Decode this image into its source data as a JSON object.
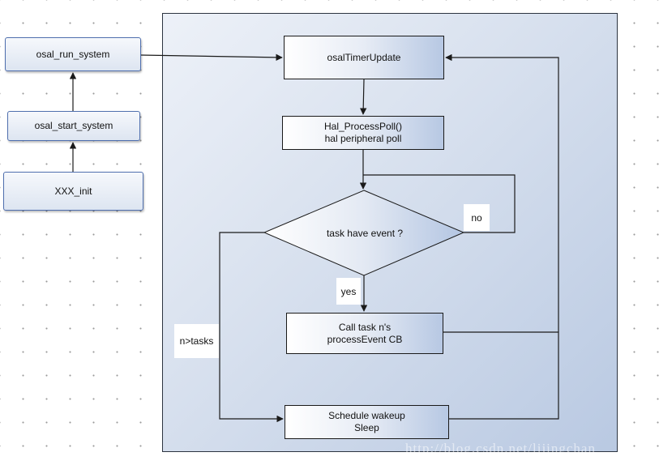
{
  "left_nodes": {
    "osal_run_system": "osal_run_system",
    "osal_start_system": "osal_start_system",
    "xxx_init": "XXX_init"
  },
  "flow": {
    "timer_update": "osalTimerUpdate",
    "hal_poll_line1": "Hal_ProcessPoll()",
    "hal_poll_line2": "hal peripheral poll",
    "decision": "task have event ?",
    "call_task_line1": "Call task n's",
    "call_task_line2": "processEvent CB",
    "schedule_line1": "Schedule wakeup",
    "schedule_line2": "Sleep"
  },
  "edge_labels": {
    "no": "no",
    "yes": "yes",
    "n_gt_tasks": "n>tasks"
  },
  "watermark": "http://blog.csdn.net/lijingchan",
  "colors": {
    "panel_start": "#edf1f8",
    "panel_end": "#b9c9e2",
    "left_box_border": "#4f6fae",
    "line": "#1a1a1a"
  }
}
